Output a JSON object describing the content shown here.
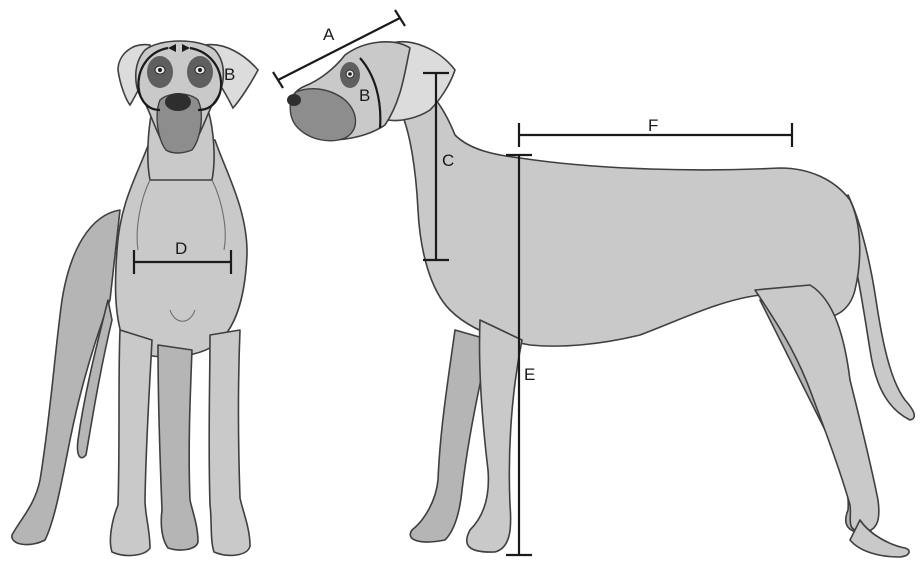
{
  "labels": {
    "a": "A",
    "b_front": "B",
    "b_side": "B",
    "c": "C",
    "d": "D",
    "e": "E",
    "f": "F"
  },
  "colors": {
    "coat": "#c9c9c9",
    "coat_far_legs": "#b5b5b5",
    "outline": "#3f3f3f",
    "measure_line": "#1a1a1a",
    "background": "#ffffff"
  }
}
